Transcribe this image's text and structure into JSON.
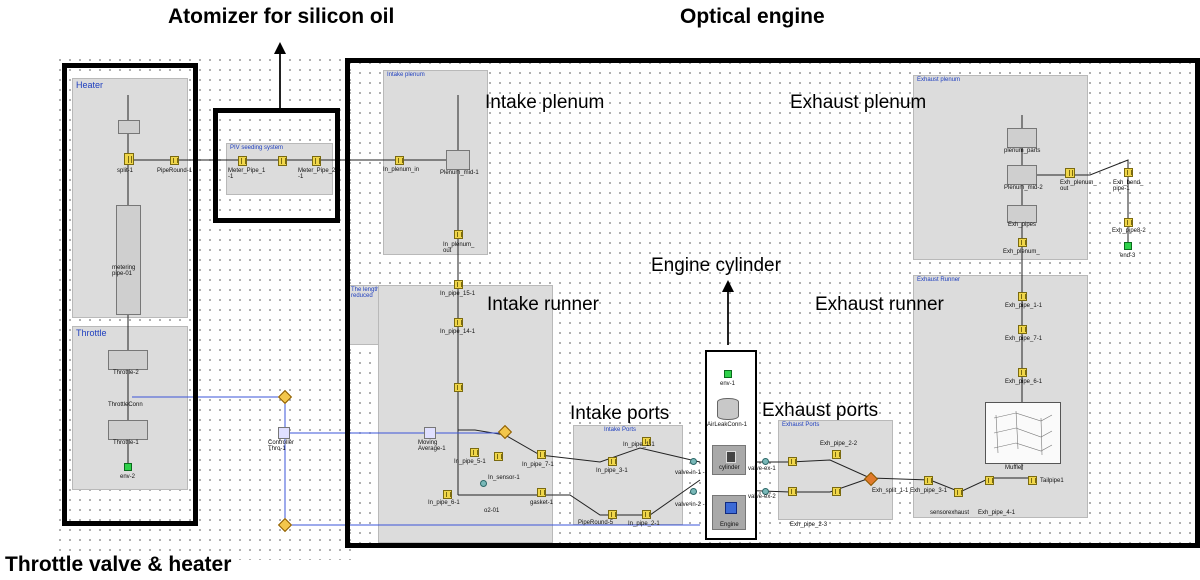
{
  "callouts": {
    "atomizer": "Atomizer for silicon oil",
    "optical_engine": "Optical engine",
    "throttle_heater": "Throttle valve & heater"
  },
  "region_labels": {
    "intake_plenum": "Intake plenum",
    "exhaust_plenum": "Exhaust plenum",
    "engine_cylinder": "Engine cylinder",
    "intake_runner": "Intake runner",
    "exhaust_runner": "Exhaust runner",
    "intake_ports": "Intake ports",
    "exhaust_ports": "Exhaust ports"
  },
  "panel_titles": {
    "heater": "Heater",
    "throttle": "Throttle",
    "piv": "PIV seeding system",
    "intake_plenum": "Intake plenum",
    "exhaust_plenum": "Exhaust plenum",
    "intake_runner_note": "The length has been reduced",
    "intake_ports": "Intake Ports",
    "exhaust_ports": "Exhaust Ports",
    "exhaust_runner": "Exhaust Runner"
  },
  "component_labels": {
    "split": "split-1",
    "pipe_round": "PipeRound-1",
    "metering_pipe": "metering pipe-01",
    "throttle2": "Throttle-2",
    "throttle_conn": "ThrottleConn",
    "throttle1": "Throttle-1",
    "env2": "env-2",
    "meter_pipe1": "Meter_Pipe_1 -1",
    "meter_pipe2": "Meter_Pipe_2 -1",
    "in_plenum_in": "In_plenum_in",
    "plenum_mid": "Plenum_mid-1",
    "in_plenum_out": "In_plenum_ out",
    "in_pipe15": "In_pipe_15-1",
    "in_pipe14": "In_pipe_14-1",
    "in_pipe5": "In_pipe_5-1",
    "in_pipe6": "In_pipe_6-1",
    "in_pipe7": "In_pipe_7-1",
    "in_pipe3": "In_pipe_3-1",
    "in_pipe1": "In_pipe_1-1",
    "in_pipe2": "In_pipe_2-1",
    "in_sensor": "In_sensor-1",
    "o2": "o2-01",
    "gasket": "gasket-1",
    "pipe_round5": "PipeRound-5",
    "moving_average": "Moving Average-1",
    "controller": "Controller Thro-1",
    "env1": "env-1",
    "airleak": "AirLeakConn-1",
    "cylinder": "cylinder",
    "engine": "Engine",
    "valve_in1": "valve-in-1 -1",
    "valve_in2": "valve-in-2 -1",
    "valve_ex1": "valve-ex-1",
    "valve_ex2": "valve-ex-2",
    "exh_pipe2": "Exh_pipe_2-2",
    "exh_pipe3": "Exh_pipe_2-3",
    "exh_split": "Exh_split_1-1",
    "exh_pipe_out": "Exh_pipe_3-1",
    "sensor_exhaust": "sensorexhaust",
    "exh_pipe4": "Exh_pipe_4-1",
    "muffler": "Muffler",
    "tailpipe": "Tailpipe1",
    "plenum_parts": "plenum_parts",
    "plenum_mid2": "Plenum_mid-2",
    "exh_plenum_out": "Exh_plenum_ out",
    "exh_bend": "Exh_bend_ pipe-1",
    "exh_pipes": "Exh_pipes",
    "exh_plenum": "Exh_plenum_",
    "exh_pipe1": "Exh_pipe_1-1",
    "exh_pipe7": "Exh_pipe_7-1",
    "exh_pipe6": "Exh_pipe_6-1",
    "exh_pipe8": "Exh_pipe8-2",
    "end3": "end-3"
  },
  "colors": {
    "frame": "#000000",
    "panel": "#dcdcdc",
    "pipe": "#f0d64a",
    "flow_line": "#222222",
    "control_line": "#3b55d9",
    "end_node": "#2fd14a"
  }
}
